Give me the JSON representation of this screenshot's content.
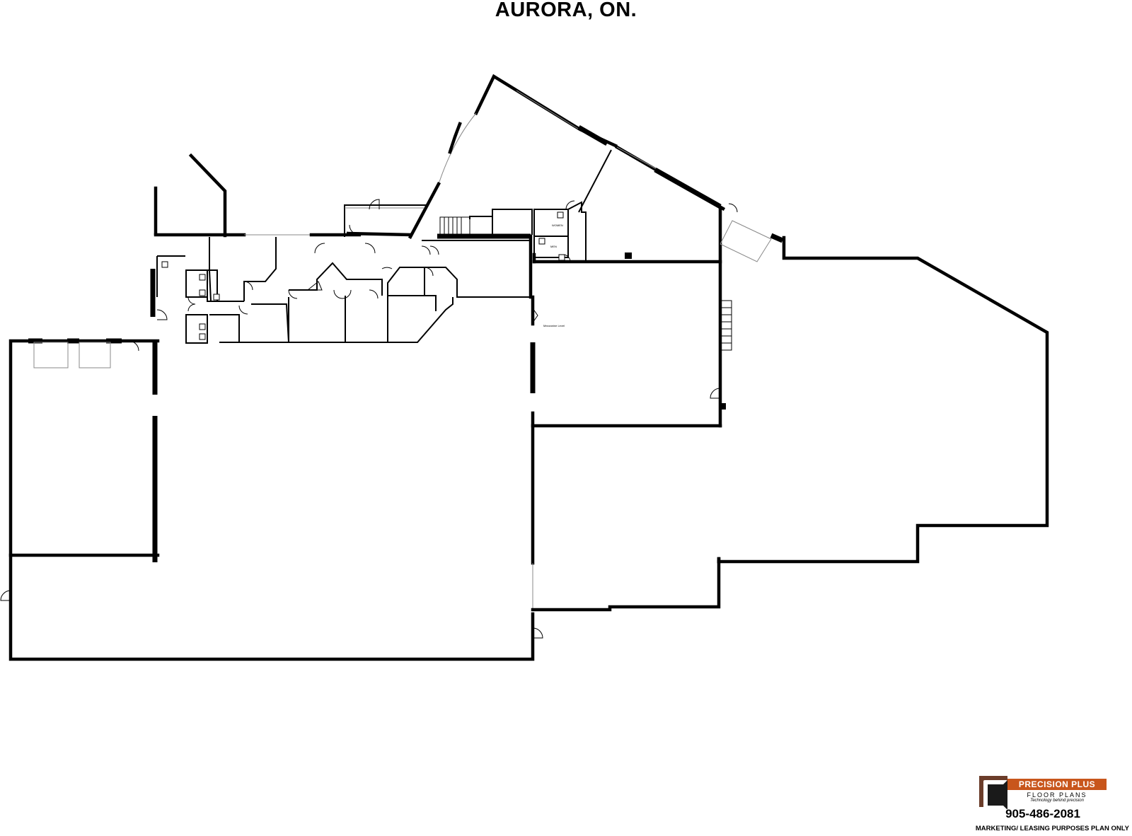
{
  "plan": {
    "title": "AURORA, ON.",
    "room_label": "Mezzanine Level"
  },
  "branding": {
    "company": "PRECISION PLUS",
    "subtitle": "FLOOR PLANS",
    "tagline": "Technology behind precision",
    "phone": "905-486-2081",
    "disclaimer": "MARKETING/ LEASING PURPOSES PLAN ONLY",
    "icon": "precision-plus-logo-icon",
    "colors": {
      "mark": "#6b3d2a",
      "bar": "#c8561c"
    }
  }
}
